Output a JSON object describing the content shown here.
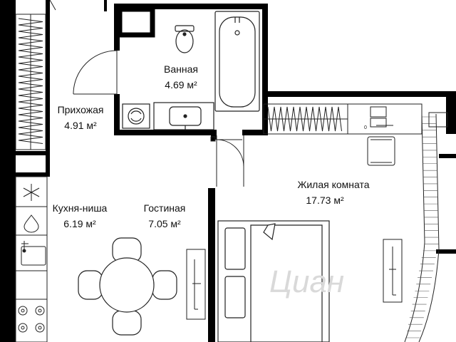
{
  "rooms": {
    "bathroom": {
      "name": "Ванная",
      "area": "4.69 м²"
    },
    "hallway": {
      "name": "Прихожая",
      "area": "4.91 м²"
    },
    "kitchen": {
      "name": "Кухня-ниша",
      "area": "6.19 м²"
    },
    "living": {
      "name": "Гостиная",
      "area": "7.05 м²"
    },
    "living_room": {
      "name": "Жилая комната",
      "area": "17.73 м²"
    }
  },
  "watermark": "Циан",
  "tv_mark": "0",
  "colors": {
    "wall": "#000000",
    "line": "#222222",
    "watermark": "#d9d9d9"
  }
}
